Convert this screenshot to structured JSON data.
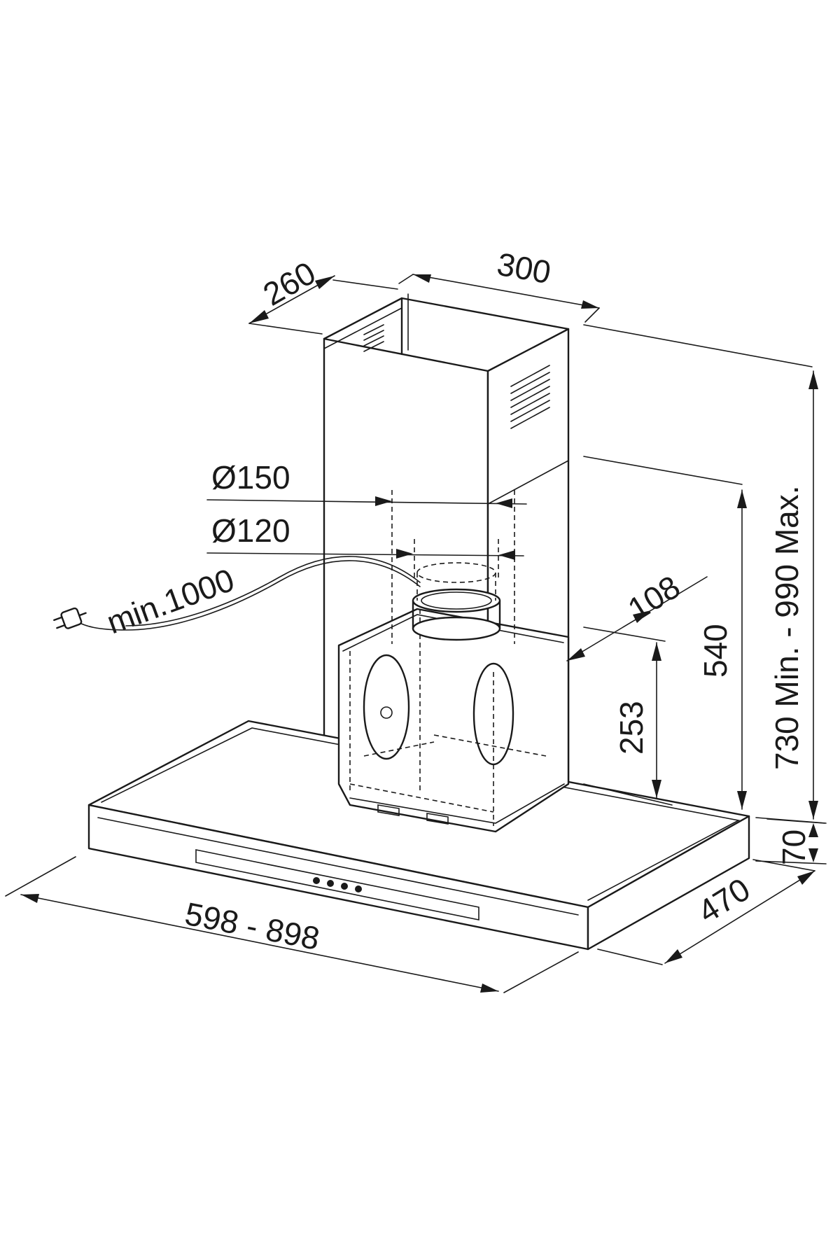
{
  "dimensions": {
    "chimney_depth": "260",
    "chimney_width": "300",
    "duct_diameter_large": "Ø150",
    "duct_diameter_small": "Ø120",
    "cable_length": "min.1000",
    "outlet_offset": "108",
    "motor_height": "253",
    "upper_height": "540",
    "total_height": "730 Min. - 990 Max.",
    "canopy_thickness": "70",
    "canopy_depth": "470",
    "width": "598 - 898"
  },
  "icons": {
    "power_plug": "plug-icon"
  }
}
